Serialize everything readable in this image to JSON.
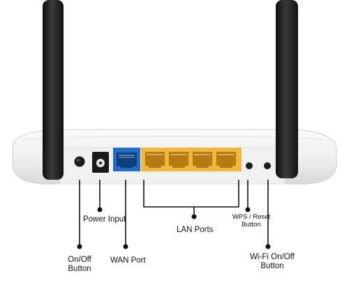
{
  "colors": {
    "router_body": "#f4f4f4",
    "antenna": "#1f1f1f",
    "wan_port": "#1f6ec8",
    "lan_port": "#f0b73c",
    "callout_line": "#111111"
  },
  "labels": {
    "power_input": "Power Input",
    "on_off_line1": "On/Off",
    "on_off_line2": "Button",
    "wan_port": "WAN Port",
    "lan_ports": "LAN Ports",
    "wps_reset_line1": "WPS / Reset",
    "wps_reset_line2": "Button",
    "wifi_onoff_line1": "Wi-Fi On/Off",
    "wifi_onoff_line2": "Button"
  }
}
